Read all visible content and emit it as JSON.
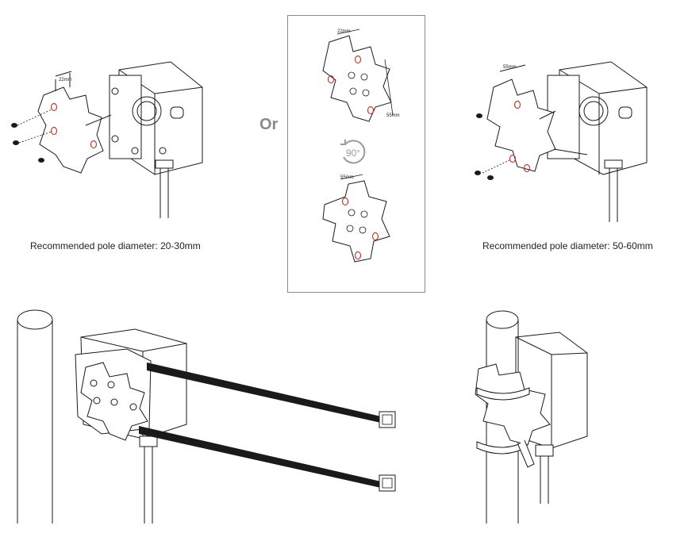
{
  "captions": {
    "left": "Recommended pole diameter: 20-30mm",
    "right": "Recommended pole diameter: 50-60mm"
  },
  "or_label": "Or",
  "rotation_label": "90°",
  "dimensions": {
    "left_top": "22mm",
    "center_top": "22mm",
    "center_side": "55mm",
    "center_bottom": "55mm",
    "right_top": "55mm"
  },
  "colors": {
    "line": "#1a1a1a",
    "hole_highlight": "#c0392b",
    "frame": "#8a8a8a"
  }
}
